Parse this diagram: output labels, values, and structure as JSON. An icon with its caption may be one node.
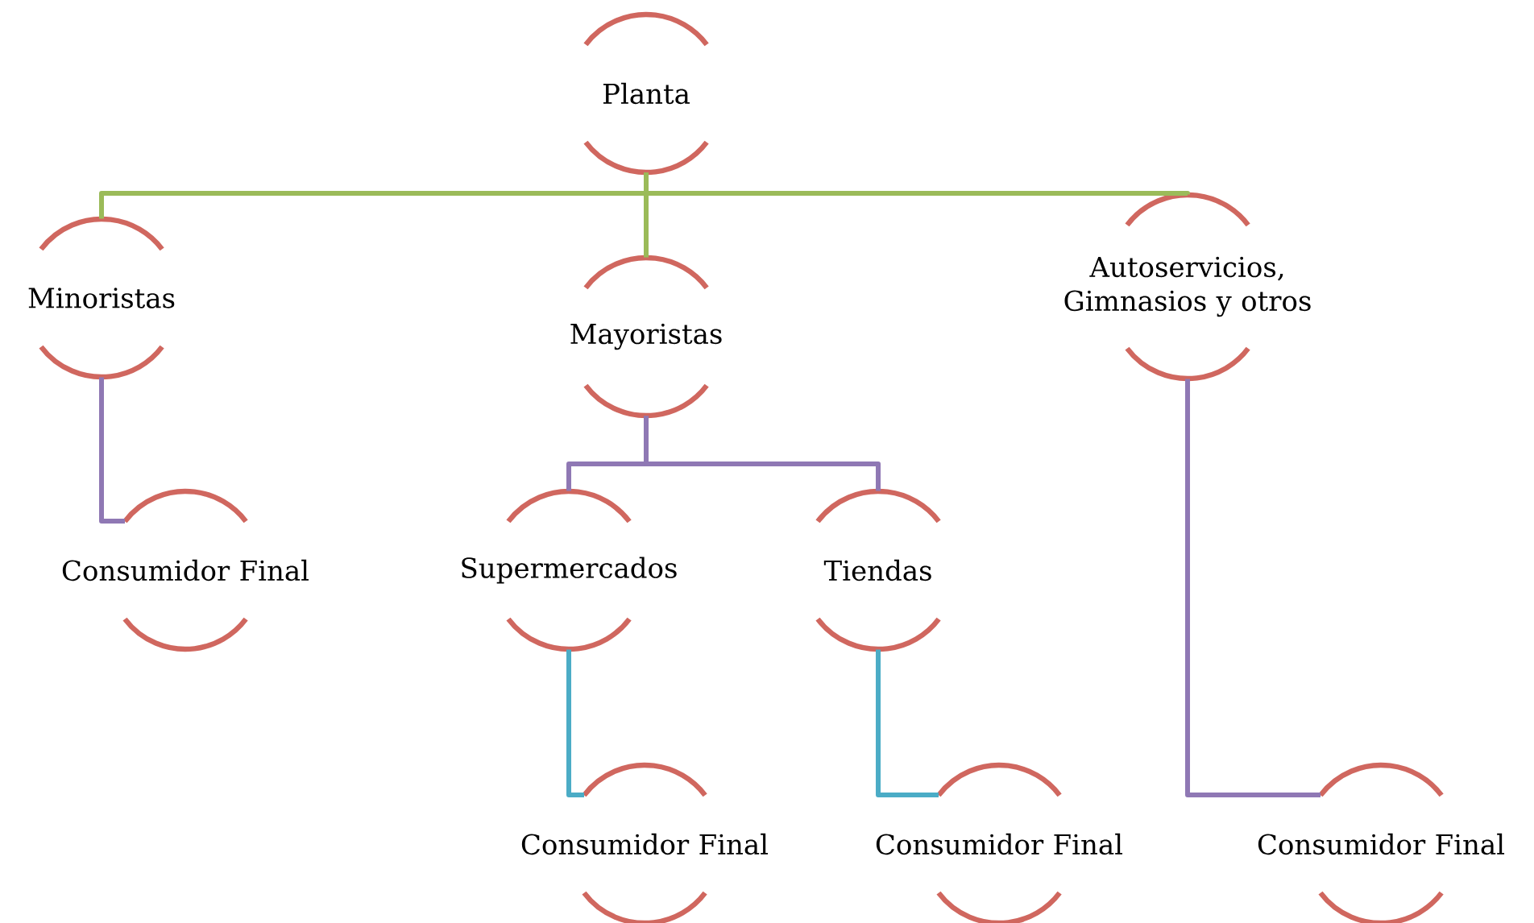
{
  "diagram": {
    "nodes": [
      {
        "text": [
          "Planta"
        ]
      },
      {
        "text": [
          "Minoristas"
        ]
      },
      {
        "text": [
          "Mayoristas"
        ]
      },
      {
        "text": [
          "Autoservicios, Gimnasios y otros"
        ]
      },
      {
        "text": [
          "Consumidor Final"
        ]
      },
      {
        "text": [
          "Supermercados"
        ]
      },
      {
        "text": [
          "Tiendas"
        ]
      },
      {
        "text": [
          "Consumidor Final"
        ]
      },
      {
        "text": [
          "Consumidor Final"
        ]
      },
      {
        "text": [
          "Consumidor Final"
        ]
      }
    ],
    "edges": [
      {
        "from": 0,
        "to": 1,
        "arrow": "none",
        "color": "#9bbb59"
      },
      {
        "from": 0,
        "to": 2,
        "arrow": "none",
        "color": "#9bbb59"
      },
      {
        "from": 0,
        "to": 3,
        "arrow": "none",
        "color": "#9bbb59"
      },
      {
        "from": 1,
        "to": 4,
        "arrow": "none"
      },
      {
        "from": 2,
        "to": 5,
        "arrow": "none"
      },
      {
        "from": 2,
        "to": 6,
        "arrow": "none"
      },
      {
        "from": 5,
        "to": 7,
        "arrow": "none",
        "color": "#4bacc6"
      },
      {
        "from": 6,
        "to": 8,
        "arrow": "none",
        "color": "#4bacc6"
      },
      {
        "from": 3,
        "to": 9,
        "arrow": "none"
      }
    ]
  }
}
